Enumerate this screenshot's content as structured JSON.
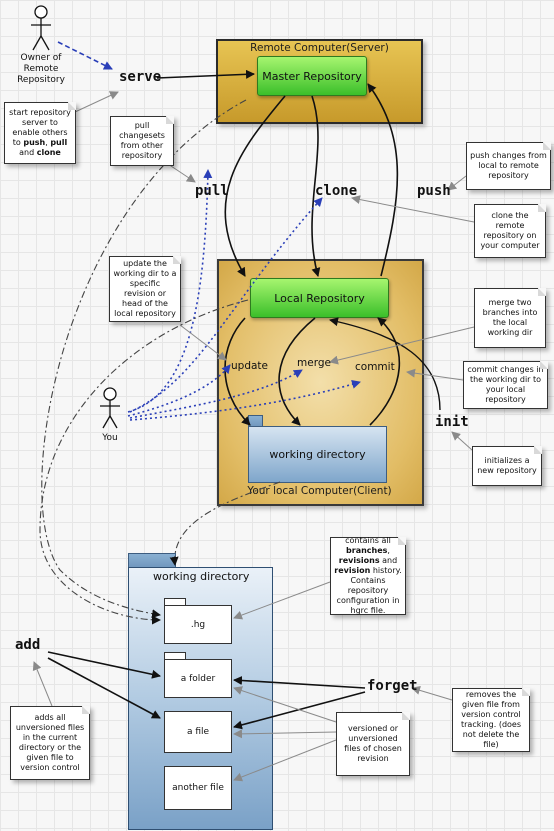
{
  "remote": {
    "title": "Remote Computer(Server)",
    "master_repo": "Master Repository"
  },
  "local": {
    "title": "Your local Computer(Client)",
    "local_repo": "Local Repository",
    "working_dir": "working directory"
  },
  "commands": {
    "serve": "serve",
    "pull": "pull",
    "clone": "clone",
    "push": "push",
    "update": "update",
    "merge": "merge",
    "commit": "commit",
    "init": "init",
    "add": "add",
    "forget": "forget"
  },
  "actors": {
    "owner": "Owner of Remote Repository",
    "you": "You"
  },
  "working_directory_panel": {
    "title": "working directory",
    "items": [
      ".hg",
      "a folder",
      "a file",
      "another file"
    ]
  },
  "notes": {
    "serve": {
      "pre": "start repository server to enable others to ",
      "b1": "push",
      "mid": ", ",
      "b2": "pull",
      "and": " and ",
      "b3": "clone"
    },
    "pull": "pull changesets from other repository",
    "push": "push changes from local to remote repository",
    "clone": "clone the remote repository on your computer",
    "update": "update the working dir to a specific revision or head of the local repository",
    "merge": "merge two branches into the local working dir",
    "commit": "commit changes in the working dir to your local repository",
    "init": "initializes a new repository",
    "hg": {
      "pre": "contains all ",
      "b1": "branches",
      "sep1": ", ",
      "b2": "revisions",
      "and": " and ",
      "b3": "revision",
      "post": " history. Contains repository configuration in hgrc file."
    },
    "add": "adds all unversioned files in the current directory or the given file to version control",
    "versioned": "versioned or unversioned files of chosen revision",
    "forget": "removes the given file from version control tracking. (does not delete the file)"
  },
  "colors": {
    "server_fill": "#d9ac3a",
    "client_fill": "#e2bd66",
    "repo_green": "#3bbf2a",
    "folder_blue": "#7aa1c7",
    "dotted_blue": "#2a3fb8"
  }
}
